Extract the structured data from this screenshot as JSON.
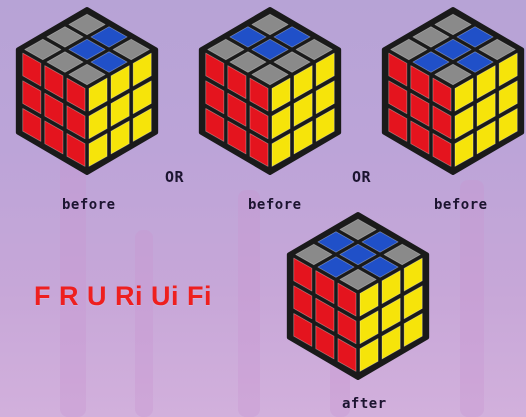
{
  "labels": {
    "before_1": "before",
    "before_2": "before",
    "before_3": "before",
    "after": "after",
    "or_1": "OR",
    "or_2": "OR"
  },
  "algorithm": "F R U Ri Ui Fi",
  "colors": {
    "top_gray": "#8a8a8a",
    "blue": "#2050c8",
    "red": "#e4141e",
    "yellow": "#f6e40a",
    "frame": "#1a1a1a",
    "algorithm_text": "#ee1f1f"
  },
  "cubes": [
    {
      "id": "before-1",
      "top_blue": [
        [
          0,
          1,
          0
        ],
        [
          0,
          1,
          1
        ],
        [
          0,
          0,
          0
        ]
      ],
      "front": "red",
      "right": "yellow"
    },
    {
      "id": "before-2",
      "top_blue": [
        [
          0,
          1,
          0
        ],
        [
          1,
          1,
          0
        ],
        [
          0,
          0,
          0
        ]
      ],
      "front": "red",
      "right": "yellow"
    },
    {
      "id": "before-3",
      "top_blue": [
        [
          0,
          1,
          0
        ],
        [
          0,
          1,
          1
        ],
        [
          0,
          1,
          0
        ]
      ],
      "front": "red",
      "right": "yellow"
    },
    {
      "id": "after",
      "top_blue": [
        [
          0,
          1,
          0
        ],
        [
          1,
          1,
          1
        ],
        [
          0,
          1,
          0
        ]
      ],
      "front": "red",
      "right": "yellow"
    }
  ]
}
